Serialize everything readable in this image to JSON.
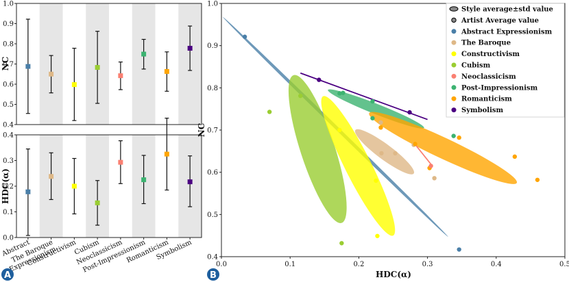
{
  "badges": {
    "a": "A",
    "b": "B"
  },
  "chart_data": [
    {
      "type": "errorbar",
      "panel": "A-top",
      "ylabel": "NC",
      "ylim": [
        0.4,
        1.0
      ],
      "yticks": [
        0.4,
        0.5,
        0.6,
        0.7,
        0.8,
        0.9,
        1.0
      ],
      "categories": [
        "Abstract Expressionism",
        "The Baroque",
        "Constructivism",
        "Cubism",
        "Neoclassicism",
        "Post-Impressionism",
        "Romanticism",
        "Symbolism"
      ],
      "means": [
        0.688,
        0.65,
        0.598,
        0.683,
        0.642,
        0.749,
        0.663,
        0.778
      ],
      "lower": [
        0.455,
        0.557,
        0.42,
        0.505,
        0.573,
        0.675,
        0.565,
        0.668
      ],
      "upper": [
        0.922,
        0.742,
        0.778,
        0.862,
        0.71,
        0.822,
        0.76,
        0.888
      ],
      "colors": [
        "#4a7fa8",
        "#deb887",
        "#ffff00",
        "#9acd32",
        "#fa8072",
        "#3cb371",
        "#ffa500",
        "#4b0082"
      ]
    },
    {
      "type": "errorbar",
      "panel": "A-bottom",
      "ylabel": "HDC(α)",
      "ylim": [
        0.0,
        0.4
      ],
      "yticks": [
        0.0,
        0.1,
        0.2,
        0.3,
        0.4
      ],
      "categories": [
        "Abstract Expressionism",
        "The Baroque",
        "Constructivism",
        "Cubism",
        "Neoclassicism",
        "Post-Impressionism",
        "Romanticism",
        "Symbolism"
      ],
      "xtick_labels": [
        "Abstract",
        "The Baroque\nExpressionism",
        "Constructivism",
        "Cubism",
        "Neoclassicism",
        "Post-Impressionism",
        "Romanticism",
        "Symbolism"
      ],
      "means": [
        0.178,
        0.238,
        0.2,
        0.135,
        0.293,
        0.225,
        0.325,
        0.217
      ],
      "lower": [
        0.008,
        0.148,
        0.092,
        0.048,
        0.21,
        0.132,
        0.185,
        0.12
      ],
      "upper": [
        0.345,
        0.33,
        0.308,
        0.222,
        0.377,
        0.32,
        0.465,
        0.318
      ],
      "colors": [
        "#4a7fa8",
        "#deb887",
        "#ffff00",
        "#9acd32",
        "#fa8072",
        "#3cb371",
        "#ffa500",
        "#4b0082"
      ]
    },
    {
      "type": "scatter",
      "panel": "B",
      "xlabel": "HDC(α)",
      "ylabel": "NC",
      "xlim": [
        0.0,
        0.5
      ],
      "ylim": [
        0.4,
        1.0
      ],
      "xticks": [
        0.0,
        0.1,
        0.2,
        0.3,
        0.4,
        0.5
      ],
      "yticks": [
        0.4,
        0.5,
        0.6,
        0.7,
        0.8,
        0.9,
        1.0
      ],
      "legend": {
        "position": "top-right",
        "items": [
          {
            "label": "Style average±std value",
            "kind": "ellipse"
          },
          {
            "label": "Artist Average value",
            "kind": "hollow-dot"
          },
          {
            "label": "Abstract Expressionism",
            "color": "#4a7fa8"
          },
          {
            "label": "The Baroque",
            "color": "#deb887"
          },
          {
            "label": "Constructivism",
            "color": "#ffff00"
          },
          {
            "label": "Cubism",
            "color": "#9acd32"
          },
          {
            "label": "Neoclassicism",
            "color": "#fa8072"
          },
          {
            "label": "Post-Impressionism",
            "color": "#3cb371"
          },
          {
            "label": "Romanticism",
            "color": "#ffa500"
          },
          {
            "label": "Symbolism",
            "color": "#4b0082"
          }
        ]
      },
      "ellipses": [
        {
          "style": "Abstract Expressionism",
          "color": "#4a7fa8",
          "p1": [
            0.002,
            0.968
          ],
          "p2": [
            0.33,
            0.447
          ],
          "minor_px": 5
        },
        {
          "style": "Cubism",
          "color": "#9acd32",
          "p1": [
            0.105,
            0.83
          ],
          "p2": [
            0.175,
            0.48
          ],
          "minor_px": 50
        },
        {
          "style": "Constructivism",
          "color": "#ffff00",
          "p1": [
            0.148,
            0.78
          ],
          "p2": [
            0.25,
            0.45
          ],
          "minor_px": 38
        },
        {
          "style": "Post-Impressionism",
          "color": "#3cb371",
          "p1": [
            0.155,
            0.795
          ],
          "p2": [
            0.295,
            0.705
          ],
          "minor_px": 15
        },
        {
          "style": "The Baroque",
          "color": "#deb887",
          "p1": [
            0.195,
            0.7
          ],
          "p2": [
            0.28,
            0.597
          ],
          "minor_px": 22
        },
        {
          "style": "Romanticism",
          "color": "#ffa500",
          "p1": [
            0.215,
            0.74
          ],
          "p2": [
            0.43,
            0.575
          ],
          "minor_px": 30
        }
      ],
      "style_lines": [
        {
          "style": "Symbolism",
          "color": "#4b0082",
          "from": [
            0.115,
            0.835
          ],
          "to": [
            0.3,
            0.725
          ]
        },
        {
          "style": "Neoclassicism",
          "color": "#fa8072",
          "from": [
            0.28,
            0.67
          ],
          "to": [
            0.307,
            0.615
          ]
        }
      ],
      "artist_points": [
        {
          "style": "Abstract Expressionism",
          "color": "#4a7fa8",
          "points": [
            [
              0.034,
              0.921
            ],
            [
              0.346,
              0.417
            ]
          ]
        },
        {
          "style": "Cubism",
          "color": "#9acd32",
          "points": [
            [
              0.07,
              0.743
            ],
            [
              0.175,
              0.432
            ],
            [
              0.115,
              0.781
            ]
          ]
        },
        {
          "style": "Constructivism",
          "color": "#ffff00",
          "points": [
            [
              0.225,
              0.58
            ],
            [
              0.227,
              0.449
            ],
            [
              0.172,
              0.7
            ]
          ]
        },
        {
          "style": "Post-Impressionism",
          "color": "#3cb371",
          "points": [
            [
              0.172,
              0.787
            ],
            [
              0.177,
              0.788
            ],
            [
              0.22,
              0.768
            ],
            [
              0.22,
              0.728
            ],
            [
              0.338,
              0.686
            ]
          ]
        },
        {
          "style": "The Baroque",
          "color": "#deb887",
          "points": [
            [
              0.233,
              0.645
            ],
            [
              0.253,
              0.645
            ],
            [
              0.232,
              0.718
            ],
            [
              0.28,
              0.665
            ],
            [
              0.31,
              0.586
            ]
          ]
        },
        {
          "style": "Romanticism",
          "color": "#ffa500",
          "points": [
            [
              0.232,
              0.706
            ],
            [
              0.282,
              0.667
            ],
            [
              0.303,
              0.61
            ],
            [
              0.346,
              0.682
            ],
            [
              0.427,
              0.637
            ],
            [
              0.46,
              0.582
            ]
          ]
        },
        {
          "style": "Neoclassicism",
          "color": "#fa8072",
          "points": [
            [
              0.305,
              0.615
            ]
          ]
        },
        {
          "style": "Symbolism",
          "color": "#4b0082",
          "points": [
            [
              0.142,
              0.819
            ],
            [
              0.274,
              0.742
            ]
          ]
        }
      ]
    }
  ]
}
